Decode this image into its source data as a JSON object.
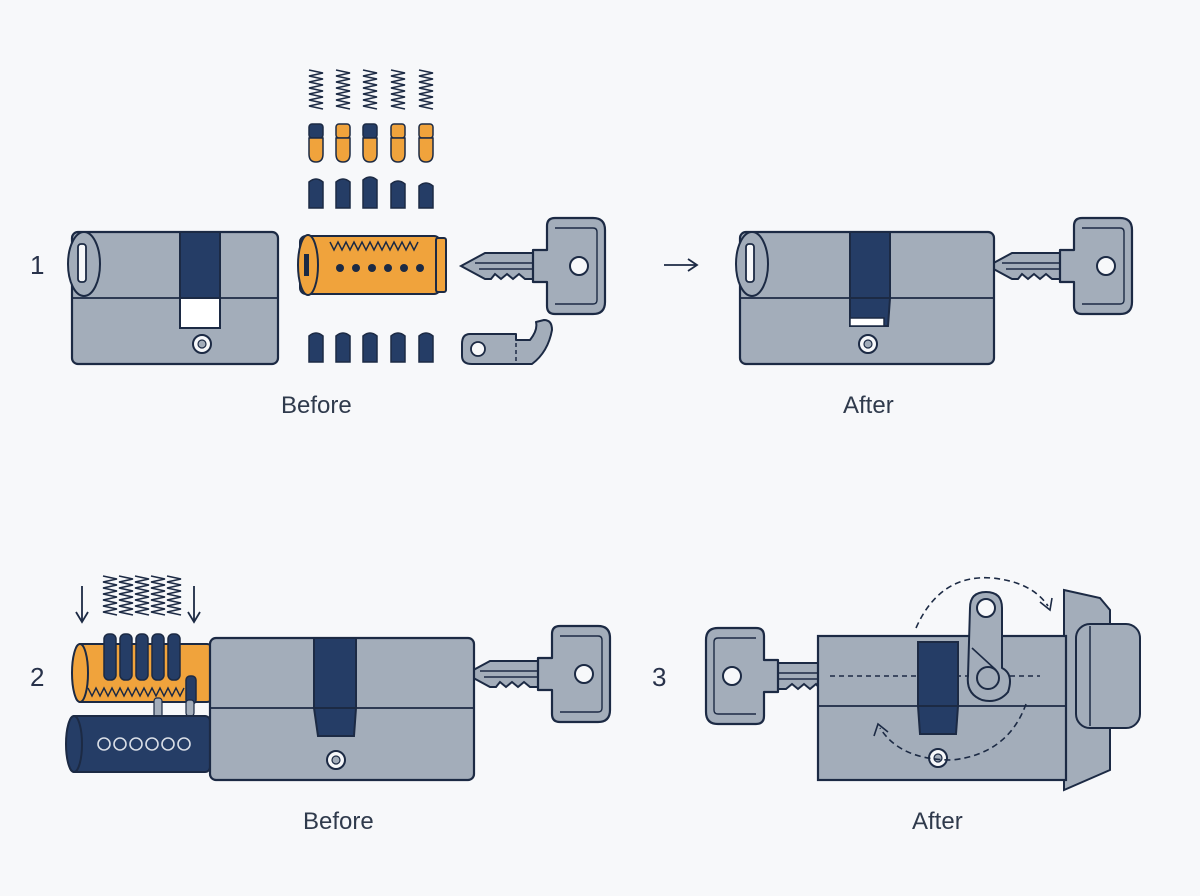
{
  "steps": {
    "one": "1",
    "two": "2",
    "three": "3"
  },
  "captions": {
    "row1_before": "Before",
    "row1_after": "After",
    "row2_before": "Before",
    "row2_after": "After"
  },
  "colors": {
    "cylinder_body": "#a3adba",
    "cam_navy": "#253d66",
    "plug_orange": "#f0a33c",
    "outline": "#1c2a44",
    "background": "#f7f8fa"
  },
  "icons": [
    "spring-icon",
    "pin-icon",
    "plug-icon",
    "key-icon",
    "cam-icon",
    "arrow-right-icon",
    "rotate-arrow-icon",
    "down-arrow-icon"
  ]
}
